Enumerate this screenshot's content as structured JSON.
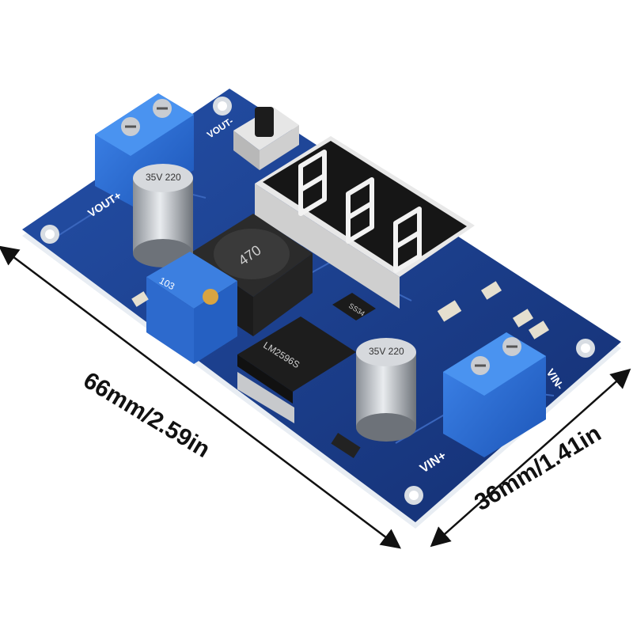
{
  "dimensions": {
    "length": "66mm/2.59in",
    "width": "36mm/1.41in"
  },
  "silkscreen": {
    "vout_plus": "VOUT+",
    "vout_minus": "VOUT-",
    "vin_plus": "VIN+",
    "vin_minus": "VIN-"
  },
  "components": {
    "inductor_marking": "470",
    "potentiometer_marking": "103",
    "capacitor_marking": "35V 220",
    "regulator_marking": "LM2596S",
    "diode_marking": "SS34",
    "led_display_digits": "8.8.8."
  },
  "colors": {
    "background": "#ffffff",
    "pcb_blue": "#1b3f8f",
    "terminal_blue": "#2a6ed6",
    "display_black": "#151515",
    "segment_white": "#f2f2f2",
    "arrow_black": "#111111"
  }
}
